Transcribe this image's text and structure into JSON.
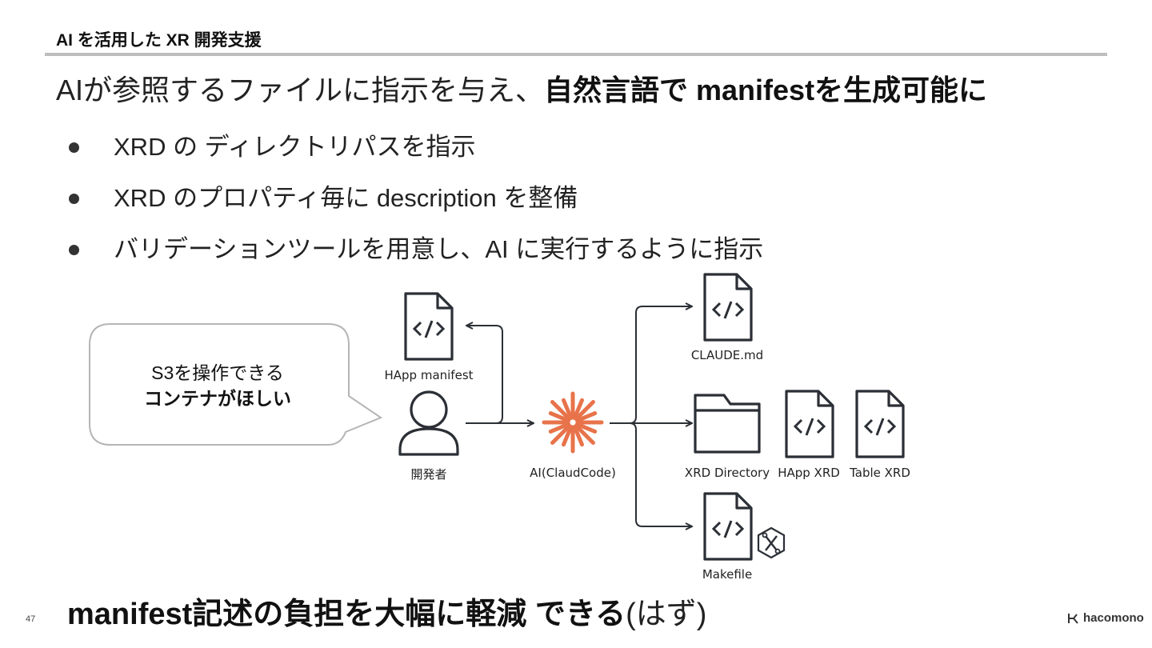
{
  "header": {
    "section_title": "AI を活用した XR 開発支援",
    "headline_normal": "AIが参照するファイルに指示を与え、",
    "headline_bold": "自然言語で manifestを生成可能に"
  },
  "bullets": [
    "XRD の ディレクトリパスを指示",
    "XRD のプロパティ毎に description を整備",
    "バリデーションツールを用意し、AI に実行するように指示"
  ],
  "diagram": {
    "speech_bubble": {
      "line1": "S3を操作できる",
      "line2": "コンテナがほしい"
    },
    "labels": {
      "happ_manifest": "HApp manifest",
      "developer": "開発者",
      "ai": "AI(ClaudCode)",
      "claude_md": "CLAUDE.md",
      "xrd_directory": "XRD Directory",
      "happ_xrd": "HApp XRD",
      "table_xrd": "Table XRD",
      "makefile": "Makefile"
    },
    "icons": {
      "file": "code-file-icon",
      "folder": "folder-icon",
      "person": "person-icon",
      "ai": "starburst-icon",
      "tools": "tools-icon"
    },
    "colors": {
      "ai_accent": "#e8734a",
      "stroke": "#2b2f36"
    }
  },
  "footer": {
    "statement_bold": "manifest記述の負担を大幅に軽減 できる",
    "statement_light": "(はず)",
    "page_number": "47",
    "brand": "hacomono"
  }
}
